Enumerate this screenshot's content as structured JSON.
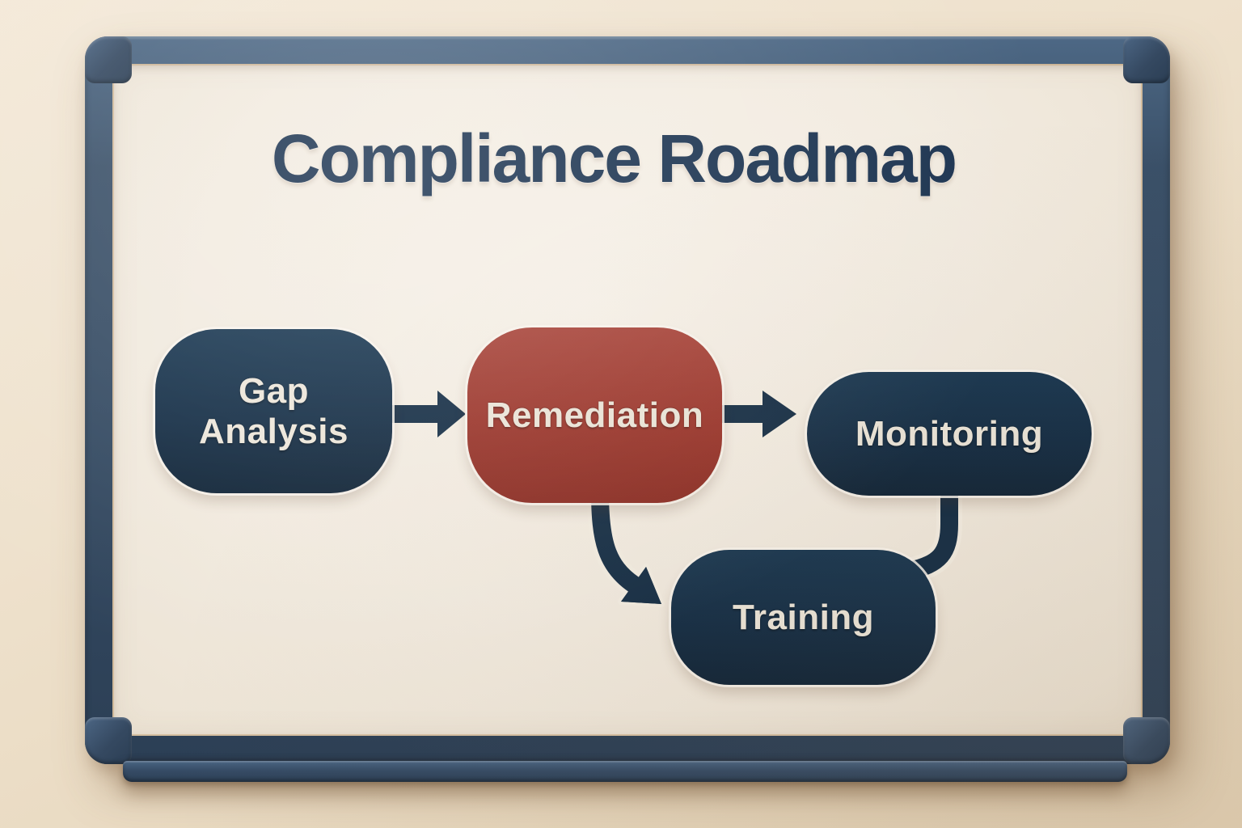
{
  "board": {
    "kind": "whiteboard-flowchart",
    "title": "Compliance Roadmap"
  },
  "diagram": {
    "nodes": [
      {
        "id": "gap-analysis",
        "label": "Gap Analysis",
        "fill": "#152e46",
        "text_color": "#ece6da",
        "shape": "rounded-rectangle"
      },
      {
        "id": "remediation",
        "label": "Remediation",
        "fill": "#9b352b",
        "text_color": "#ece6da",
        "shape": "rounded-rectangle"
      },
      {
        "id": "monitoring",
        "label": "Monitoring",
        "fill": "#152e46",
        "text_color": "#ece6da",
        "shape": "rounded-rectangle"
      },
      {
        "id": "training",
        "label": "Training",
        "fill": "#152e46",
        "text_color": "#ece6da",
        "shape": "rounded-rectangle"
      }
    ],
    "edges": [
      {
        "from": "Gap Analysis",
        "to": "Remediation",
        "type": "straight-arrow"
      },
      {
        "from": "Remediation",
        "to": "Monitoring",
        "type": "straight-arrow"
      },
      {
        "from": "Remediation",
        "to": "Training",
        "type": "curved-arrow"
      },
      {
        "from": "Monitoring",
        "to": "Training",
        "type": "curved-connector"
      }
    ],
    "arrow_color": "#152e46"
  },
  "palette": {
    "wall": "#ecdfca",
    "board_surface": "#f2ebe0",
    "frame": "#3a5068",
    "node_navy": "#152e46",
    "node_red": "#9b352b",
    "title_text": "#1c3451",
    "node_text": "#ece6da"
  }
}
